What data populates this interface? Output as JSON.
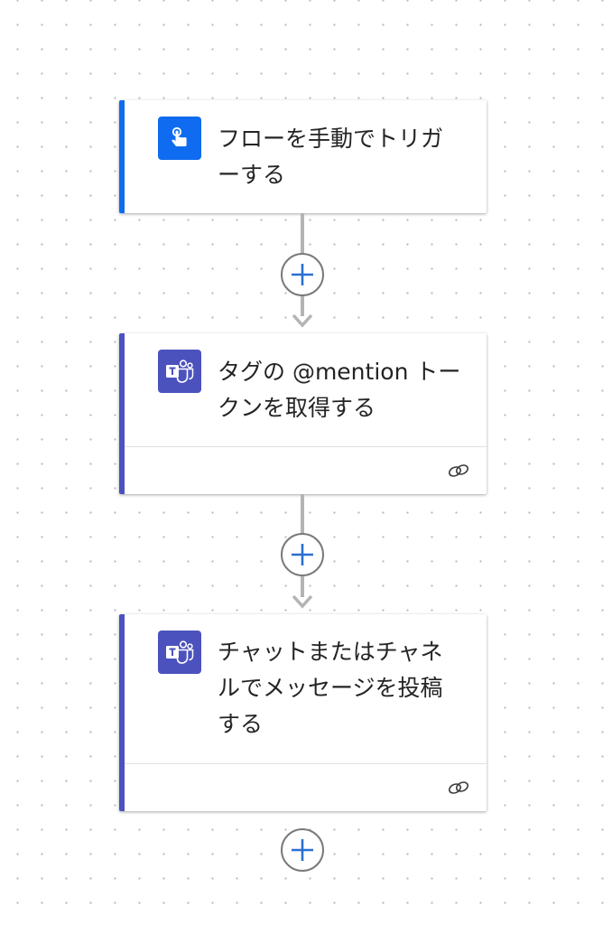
{
  "colors": {
    "trigger_accent": "#0f6cf0",
    "teams_accent": "#4c52bd",
    "plus": "#2b6fd1",
    "connector": "#b4b4b4"
  },
  "steps": [
    {
      "title": "フローを手動でトリガーする",
      "icon": "touch-hand-icon",
      "has_footer": false
    },
    {
      "title": "タグの @mention トークンを取得する",
      "icon": "teams-icon",
      "has_footer": true,
      "footer_icon": "link-icon"
    },
    {
      "title": "チャットまたはチャネルでメッセージを投稿する",
      "icon": "teams-icon",
      "has_footer": true,
      "footer_icon": "link-icon"
    }
  ],
  "add_buttons": [
    {
      "icon": "plus-icon"
    },
    {
      "icon": "plus-icon"
    },
    {
      "icon": "plus-icon"
    }
  ]
}
